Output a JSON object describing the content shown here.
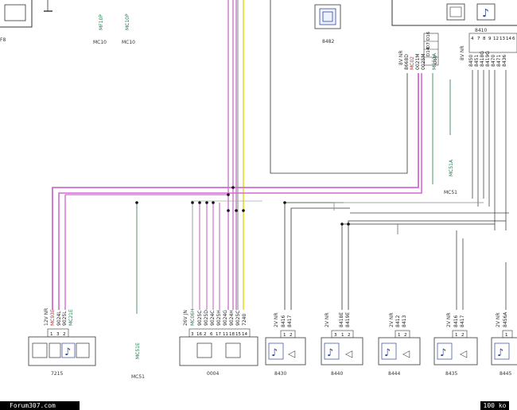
{
  "connectors": {
    "c7215": {
      "code": "7215",
      "voltage": "12V NR",
      "pins": [
        "1",
        "3",
        "2"
      ],
      "wires": [
        "MC93E",
        "9024L",
        "9025L",
        "MC21E"
      ]
    },
    "c0004": {
      "code": "0004",
      "voltage": "26V JN",
      "pins": [
        "3",
        "16",
        "2",
        "6",
        "17",
        "11",
        "18",
        "15",
        "14"
      ],
      "wires": [
        "MC06H",
        "9025C",
        "9025D",
        "9024C",
        "9025H",
        "9024G",
        "9024H",
        "9025C",
        "7240"
      ]
    },
    "c8430": {
      "code": "8430",
      "voltage": "2V NR",
      "pins": [
        "1",
        "2"
      ],
      "wires": [
        "8416",
        "8417"
      ]
    },
    "c8440": {
      "code": "8440",
      "voltage": "2V NR",
      "pins": [
        "3",
        "1",
        "2"
      ],
      "wires": [
        "8418E",
        "8419E"
      ]
    },
    "c8444": {
      "code": "8444",
      "voltage": "2V NR",
      "pins": [
        "1",
        "2"
      ],
      "wires": [
        "8412",
        "8413"
      ]
    },
    "c8435": {
      "code": "8435",
      "voltage": "2V NR",
      "pins": [
        "1",
        "2"
      ],
      "wires": [
        "8416",
        "8417"
      ]
    },
    "c8445": {
      "code": "8445",
      "voltage": "2V NR",
      "pins": [
        "1"
      ],
      "wires": [
        "8456A"
      ]
    },
    "c8482": {
      "code": "8482"
    },
    "c8410": {
      "code": "8410",
      "voltage_left": "8V NR",
      "voltage_right": "8V NR",
      "pins_left": [
        "D16",
        "D7",
        "D14",
        "D10"
      ],
      "wires_left": [
        "8668D",
        "MC02",
        "0021M",
        "0025M",
        "MC51A"
      ],
      "pins_right": [
        "4",
        "7",
        "8",
        "9",
        "12",
        "13",
        "14",
        "6"
      ],
      "wires_right": [
        "8450",
        "8451",
        "8418G",
        "8419G",
        "8470",
        "8471",
        "8436"
      ]
    },
    "top_left": {
      "code": "F8",
      "wires": [
        "MF10P",
        "MC10P"
      ],
      "refs": [
        "MC10",
        "MC10"
      ]
    }
  },
  "refs": {
    "mc51_left": "MC51",
    "mc51_right": "MC51",
    "mc51a": "MC51A",
    "mc51e": "MC51E"
  },
  "footer": {
    "brand": "Forum307.com",
    "size": "100 ko"
  }
}
